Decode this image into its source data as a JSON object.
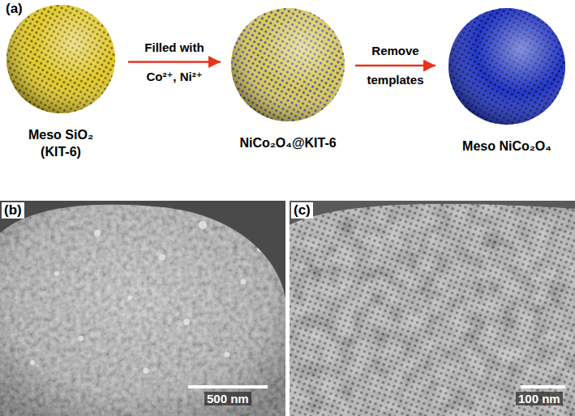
{
  "diagram": {
    "nodes": [
      {
        "text": [
          "Meso SiO₂ (KIT-6)"
        ]
      },
      {
        "text": [
          "NiCo₂O₄@KIT-6"
        ]
      },
      {
        "text": [
          "Meso NiCo₂O₄"
        ]
      }
    ],
    "edges": [
      {
        "from": 0,
        "to": 1,
        "arrow": "to",
        "label": "Filled with Co²⁺, Ni²⁺"
      },
      {
        "from": 1,
        "to": 2,
        "arrow": "to",
        "label": "Remove templates"
      }
    ],
    "labels": [
      "(a)",
      "(b)",
      "500 nm",
      "(c)",
      "100 nm"
    ]
  }
}
